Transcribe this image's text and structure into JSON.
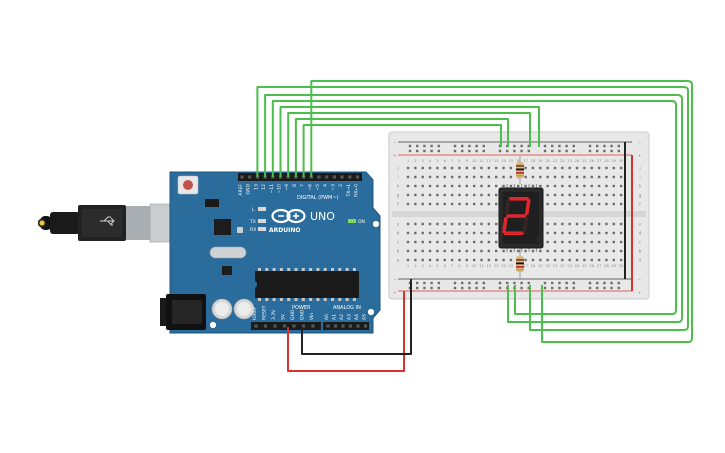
{
  "canvas": {
    "background": "#ffffff"
  },
  "arduino": {
    "brand": "ARDUINO",
    "model": "UNO",
    "on_label": "ON",
    "digital_header_label": "DIGITAL (PWM~)",
    "power_label": "POWER",
    "analog_label": "ANALOG IN",
    "led_labels": [
      "L",
      "TX",
      "RX"
    ],
    "aref_pins": [
      "AREF",
      "GND"
    ],
    "digital_pins": [
      "13",
      "12",
      "~11",
      "~10",
      "~9",
      "8",
      "7",
      "~6",
      "~5",
      "4",
      "~3",
      "2",
      "TX→1",
      "RX←0"
    ],
    "power_pins": [
      "IOREF",
      "RESET",
      "3.3V",
      "5V",
      "GND",
      "GND",
      "Vin"
    ],
    "analog_pins": [
      "A0",
      "A1",
      "A2",
      "A3",
      "A4",
      "A5"
    ],
    "colors": {
      "board": "#2a6c9b",
      "board_edge": "#1f557d"
    }
  },
  "breadboard": {
    "column_numbers": [
      "1",
      "2",
      "3",
      "4",
      "5",
      "6",
      "7",
      "8",
      "9",
      "10",
      "11",
      "12",
      "13",
      "14",
      "15",
      "16",
      "17",
      "18",
      "19",
      "20",
      "21",
      "22",
      "23",
      "24",
      "25",
      "26",
      "27",
      "28",
      "29",
      "30"
    ],
    "rows_top": [
      "j",
      "i",
      "h",
      "g",
      "f"
    ],
    "rows_bottom": [
      "e",
      "d",
      "c",
      "b",
      "a"
    ],
    "rail_plus": "+",
    "rail_minus": "−"
  },
  "display": {
    "digit": "2",
    "segment_on_color": "#e0252b",
    "segment_off_color": "#3a2424"
  },
  "wires": {
    "signal_color": "#4cbe4c",
    "power_color": "#d8322b",
    "ground_color": "#222222"
  }
}
